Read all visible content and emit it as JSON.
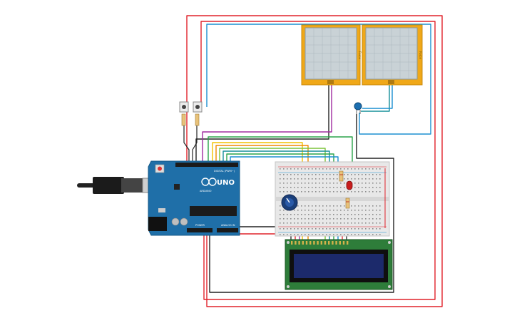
{
  "arduino": {
    "brand_label": "UNO",
    "digital_label": "DIGITAL (PWM~)",
    "analog_label": "ANALOG IN",
    "power_label": "POWER",
    "arduino_label": "ARDUINO"
  },
  "force_sensors": {
    "left_label": "Force",
    "right_label": "Force"
  },
  "colors": {
    "board": "#1f6fa8",
    "breadboard": "#e8e8e8",
    "lcd_pcb": "#2e7d3a",
    "lcd_screen": "#1c2a6b",
    "sensor_frame": "#f0a818",
    "sensor_pad": "#c9d2d6",
    "wire_red": "#e0222a",
    "wire_blue": "#1b8fd1",
    "wire_black": "#222222",
    "wire_green": "#2aa44a",
    "wire_yellow": "#f2c200",
    "wire_orange": "#f08a00",
    "wire_purple": "#a02ca0",
    "wire_teal": "#17909a",
    "wire_lime": "#7cc43a"
  }
}
